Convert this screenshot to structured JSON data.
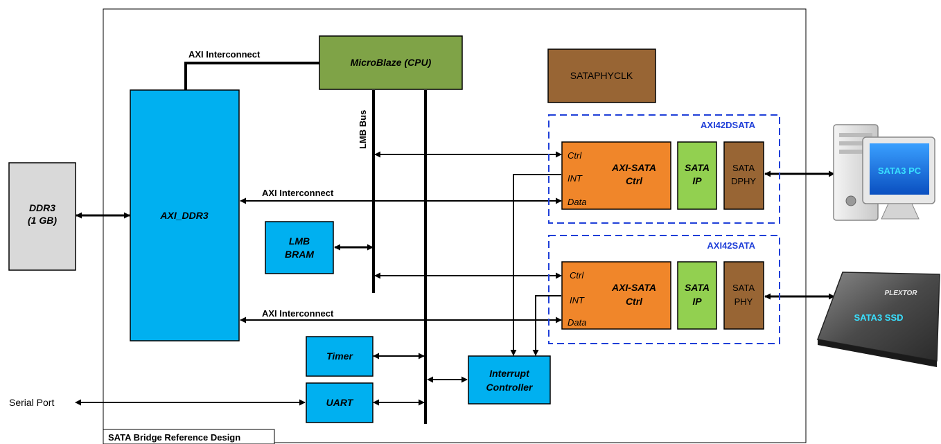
{
  "title": "SATA Bridge Reference Design",
  "blocks": {
    "ddr3": {
      "line1": "DDR3",
      "line2": "(1 GB)"
    },
    "axi_ddr3": "AXI_DDR3",
    "microblaze": "MicroBlaze (CPU)",
    "sataphyclk": "SATAPHYCLK",
    "lmb_bram": {
      "line1": "LMB",
      "line2": "BRAM"
    },
    "timer": "Timer",
    "uart": "UART",
    "interrupt_controller": {
      "line1": "Interrupt",
      "line2": "Controller"
    }
  },
  "buses": {
    "axi_interconnect_top": "AXI Interconnect",
    "axi_interconnect_mid": "AXI Interconnect",
    "axi_interconnect_low": "AXI Interconnect",
    "lmb_bus": "LMB Bus",
    "serial_port": "Serial Port"
  },
  "groups": {
    "top": {
      "name": "AXI42DSATA",
      "ctrl_block": {
        "line1": "AXI-SATA",
        "line2": "Ctrl"
      },
      "ports": {
        "ctrl": "Ctrl",
        "int": "INT",
        "data": "Data"
      },
      "ip": {
        "line1": "SATA",
        "line2": "IP"
      },
      "phy": {
        "line1": "SATA",
        "line2": "DPHY"
      }
    },
    "bottom": {
      "name": "AXI42SATA",
      "ctrl_block": {
        "line1": "AXI-SATA",
        "line2": "Ctrl"
      },
      "ports": {
        "ctrl": "Ctrl",
        "int": "INT",
        "data": "Data"
      },
      "ip": {
        "line1": "SATA",
        "line2": "IP"
      },
      "phy": {
        "line1": "SATA",
        "line2": "PHY"
      }
    }
  },
  "devices": {
    "pc": "SATA3 PC",
    "ssd": "SATA3 SSD",
    "ssd_brand": "PLEXTOR"
  },
  "colors": {
    "cyan": "#00B0F0",
    "orange": "#F0862A",
    "green": "#92D050",
    "brown": "#986534",
    "olive": "#7FA347",
    "gray": "#D9D9D9",
    "blue_dash": "#1F3FD8"
  }
}
